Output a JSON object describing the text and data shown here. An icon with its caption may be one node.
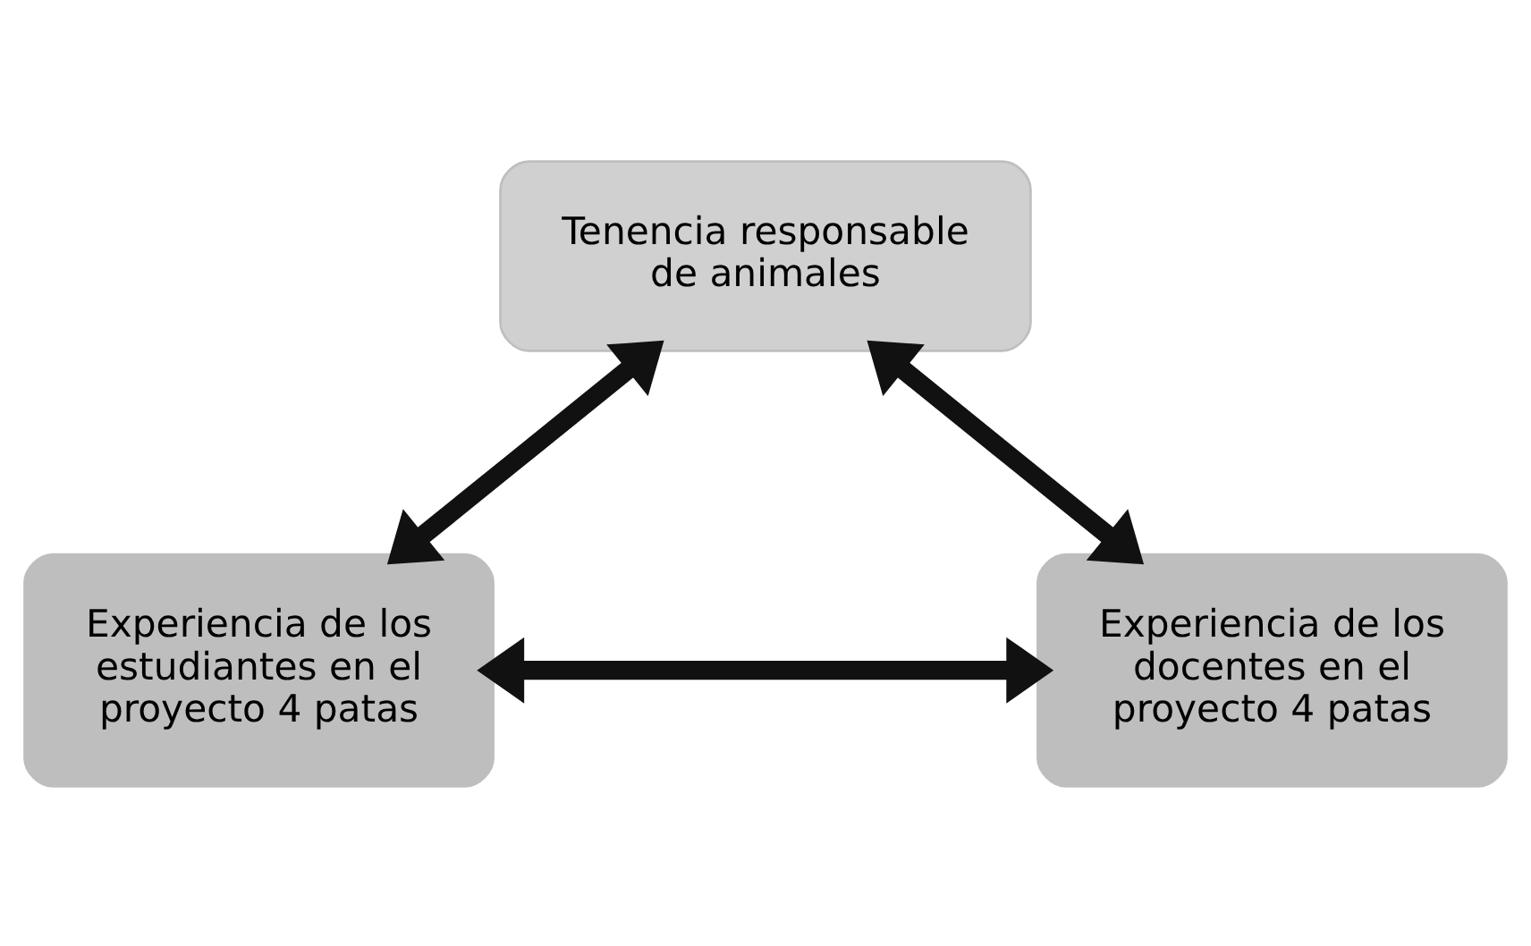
{
  "diagram": {
    "nodes": [
      {
        "text": [
          "Tenencia responsable de animales"
        ]
      },
      {
        "text": [
          "Experiencia de los estudiantes en el proyecto 4 patas"
        ]
      },
      {
        "text": [
          "Experiencia de los docentes en el proyecto 4 patas"
        ]
      }
    ],
    "edges": [
      {
        "from": 1,
        "to": 0,
        "arrow": "both"
      },
      {
        "from": 0,
        "to": 2,
        "arrow": "both"
      },
      {
        "from": 1,
        "to": 2,
        "arrow": "both"
      }
    ]
  }
}
